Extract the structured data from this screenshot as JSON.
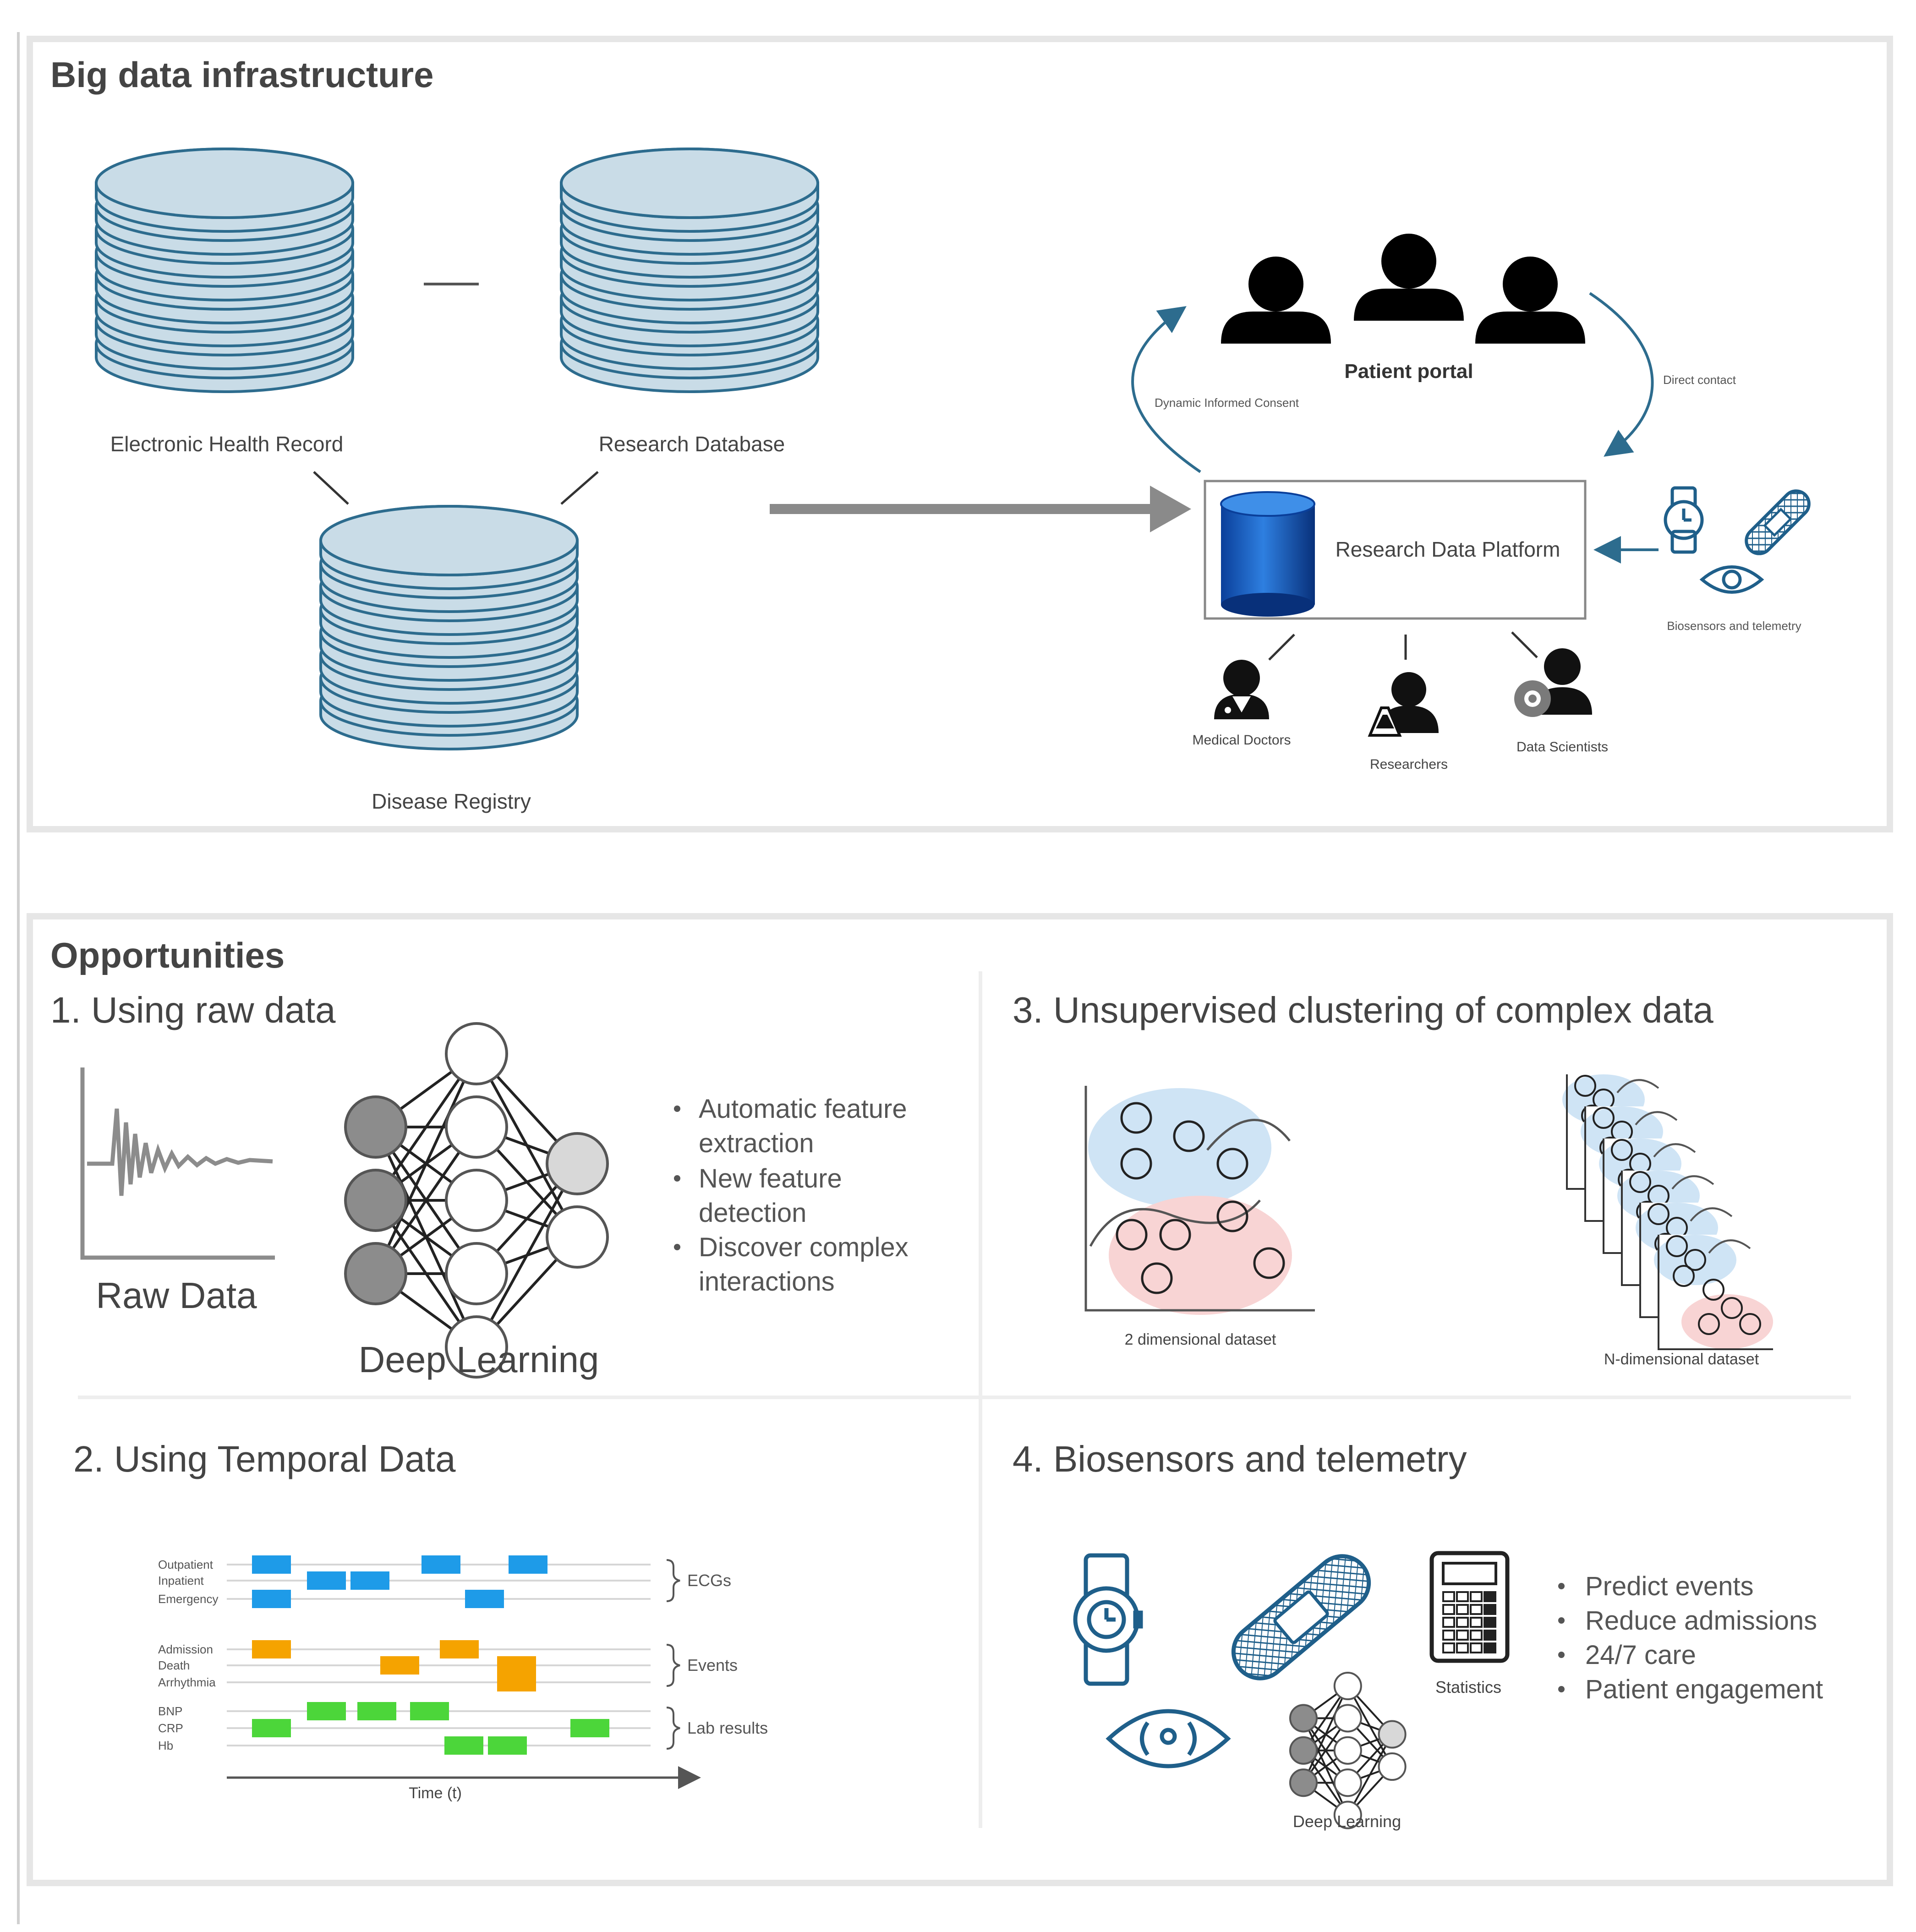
{
  "infrastructure": {
    "title": "Big data infrastructure",
    "ehr_label": "Electronic Health Record",
    "research_db_label": "Research Database",
    "registry_label": "Disease Registry",
    "patient_portal_label": "Patient portal",
    "consent_label": "Dynamic Informed Consent",
    "direct_contact_label": "Direct contact",
    "platform_label": "Research Data Platform",
    "biosensors_label": "Biosensors and telemetry",
    "doctors_label": "Medical Doctors",
    "researchers_label": "Researchers",
    "data_scientists_label": "Data Scientists"
  },
  "opportunities": {
    "title": "Opportunities",
    "raw": {
      "title": "1. Using raw data",
      "raw_label": "Raw Data",
      "dl_label": "Deep Learning",
      "bullets": [
        "Automatic feature",
        "extraction",
        "New feature",
        "detection",
        "Discover complex",
        "interactions"
      ]
    },
    "temporal": {
      "title": "2. Using Temporal Data",
      "rows": [
        "Outpatient",
        "Inpatient",
        "Emergency",
        "Admission",
        "Death",
        "Arrhythmia",
        "BNP",
        "CRP",
        "Hb"
      ],
      "groups": [
        "ECGs",
        "Events",
        "Lab results"
      ],
      "time_label": "Time (t)",
      "colors": {
        "ecg": "#1e9be8",
        "events": "#f5a300",
        "lab": "#4cd63a"
      }
    },
    "clustering": {
      "title": "3. Unsupervised clustering of complex data",
      "two_d_label": "2 dimensional dataset",
      "n_d_label": "N-dimensional dataset"
    },
    "biosensors": {
      "title": "4. Biosensors and telemetry",
      "statistics_label": "Statistics",
      "dl_label": "Deep Learning",
      "bullets": [
        "Predict events",
        "Reduce admissions",
        "24/7 care",
        "Patient engagement"
      ]
    }
  }
}
